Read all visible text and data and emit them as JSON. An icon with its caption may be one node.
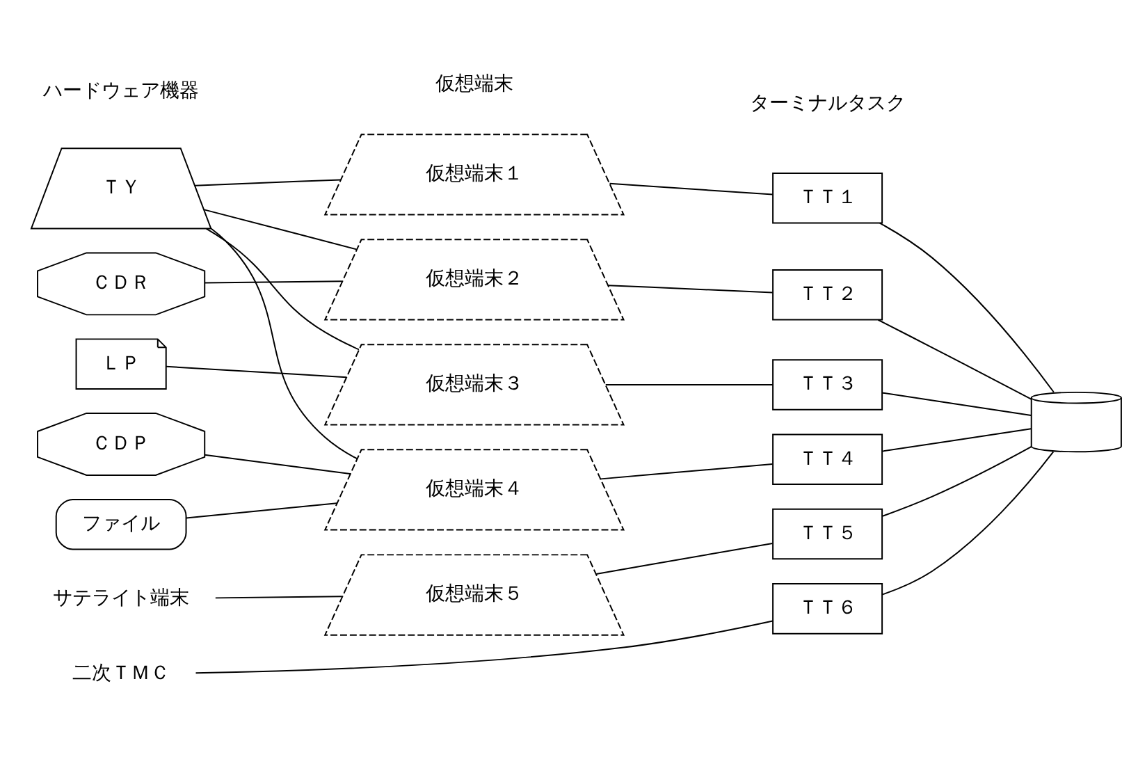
{
  "diagram": {
    "nodes": [
      {
        "text": [
          "ＴＹ"
        ]
      },
      {
        "text": [
          "ＣＤＲ"
        ]
      },
      {
        "text": [
          "ＬＰ"
        ]
      },
      {
        "text": [
          "ＣＤＰ"
        ]
      },
      {
        "text": [
          "ファイル"
        ]
      },
      {
        "text": [
          "サテライト端末"
        ]
      },
      {
        "text": [
          "二次ＴＭＣ"
        ]
      },
      {
        "text": [
          "仮想端末１"
        ]
      },
      {
        "text": [
          "仮想端末２"
        ]
      },
      {
        "text": [
          "仮想端末３"
        ]
      },
      {
        "text": [
          "仮想端末４"
        ]
      },
      {
        "text": [
          "仮想端末５"
        ]
      },
      {
        "text": [
          "ＴＴ１"
        ]
      },
      {
        "text": [
          "ＴＴ２"
        ]
      },
      {
        "text": [
          "ＴＴ３"
        ]
      },
      {
        "text": [
          "ＴＴ４"
        ]
      },
      {
        "text": [
          "ＴＴ５"
        ]
      },
      {
        "text": [
          "ＴＴ６"
        ]
      },
      {
        "text": [],
        "shape": "cylinder"
      }
    ],
    "edges": [
      {
        "from": 0,
        "to": 7,
        "arrow": "none"
      },
      {
        "from": 0,
        "to": 8,
        "arrow": "none"
      },
      {
        "from": 0,
        "to": 9,
        "arrow": "none"
      },
      {
        "from": 0,
        "to": 10,
        "arrow": "none"
      },
      {
        "from": 1,
        "to": 8,
        "arrow": "none"
      },
      {
        "from": 2,
        "to": 9,
        "arrow": "none"
      },
      {
        "from": 3,
        "to": 10,
        "arrow": "none"
      },
      {
        "from": 4,
        "to": 10,
        "arrow": "none"
      },
      {
        "from": 5,
        "to": 11,
        "arrow": "none"
      },
      {
        "from": 7,
        "to": 12,
        "arrow": "none"
      },
      {
        "from": 8,
        "to": 13,
        "arrow": "none"
      },
      {
        "from": 9,
        "to": 14,
        "arrow": "none"
      },
      {
        "from": 10,
        "to": 15,
        "arrow": "none"
      },
      {
        "from": 11,
        "to": 16,
        "arrow": "none"
      },
      {
        "from": 6,
        "to": 17,
        "arrow": "none"
      },
      {
        "from": 12,
        "to": 18,
        "arrow": "none"
      },
      {
        "from": 13,
        "to": 18,
        "arrow": "none"
      },
      {
        "from": 14,
        "to": 18,
        "arrow": "none"
      },
      {
        "from": 15,
        "to": 18,
        "arrow": "none"
      },
      {
        "from": 16,
        "to": 18,
        "arrow": "none"
      },
      {
        "from": 17,
        "to": 18,
        "arrow": "none"
      }
    ],
    "labels": [
      "ハードウェア機器",
      "仮想端末",
      "ターミナルタスク"
    ]
  }
}
